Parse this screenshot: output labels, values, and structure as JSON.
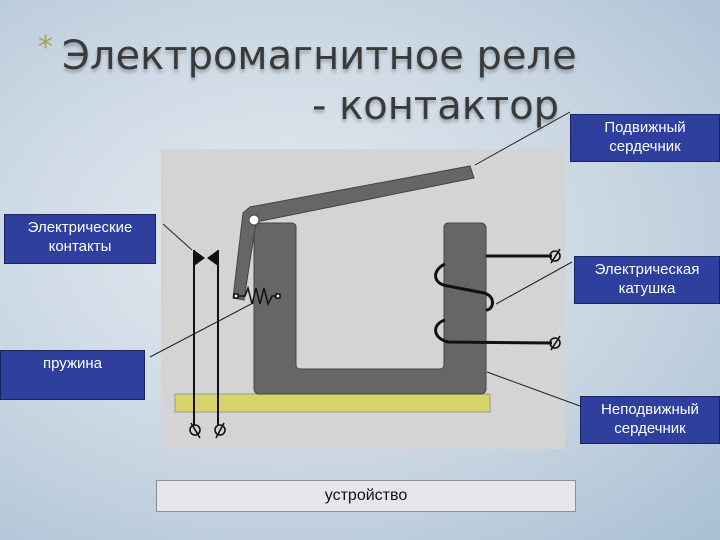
{
  "slide": {
    "bullet": "*",
    "title_line1": "Электромагнитное реле",
    "title_line2": "- контактор"
  },
  "labels": {
    "moving_core": [
      "Подвижный",
      "сердечник"
    ],
    "contacts": [
      "Электрические",
      "контакты"
    ],
    "coil": [
      "Электрическая",
      "катушка"
    ],
    "spring": [
      "пружина"
    ],
    "fixed_core": [
      "Неподвижный",
      "сердечник"
    ]
  },
  "caption": "устройство",
  "colors": {
    "label_bg": "#2e3f9e",
    "core": "#666666",
    "base": "#d8d36a",
    "diagram_bg": "#d4d4d4"
  }
}
